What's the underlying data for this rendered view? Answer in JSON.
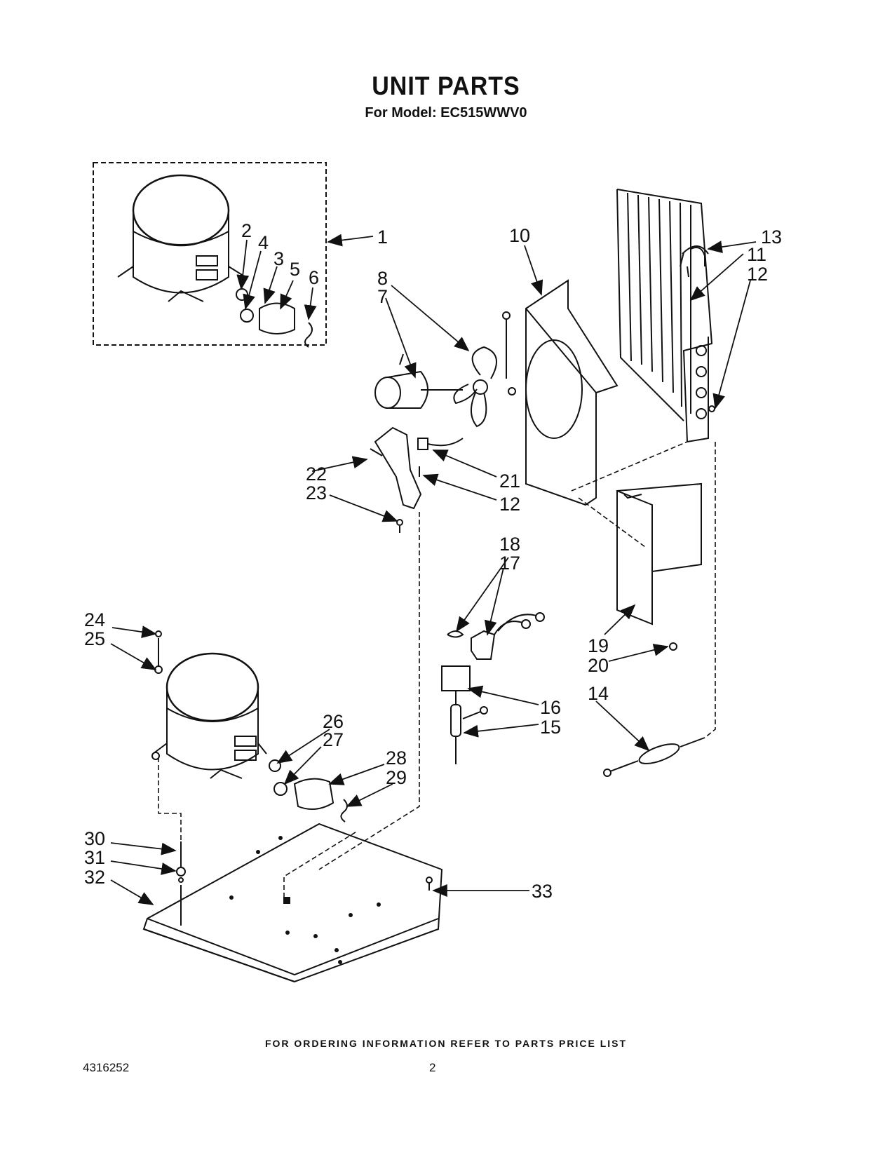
{
  "header": {
    "title": "UNIT PARTS",
    "subtitle": "For Model: EC515WWV0"
  },
  "callouts": [
    {
      "id": "c1",
      "label": "1"
    },
    {
      "id": "c2",
      "label": "2"
    },
    {
      "id": "c3",
      "label": "3"
    },
    {
      "id": "c4",
      "label": "4"
    },
    {
      "id": "c5",
      "label": "5"
    },
    {
      "id": "c6",
      "label": "6"
    },
    {
      "id": "c7",
      "label": "7"
    },
    {
      "id": "c8",
      "label": "8"
    },
    {
      "id": "c10",
      "label": "10"
    },
    {
      "id": "c11",
      "label": "11"
    },
    {
      "id": "c12a",
      "label": "12"
    },
    {
      "id": "c13",
      "label": "13"
    },
    {
      "id": "c12b",
      "label": "12"
    },
    {
      "id": "c14",
      "label": "14"
    },
    {
      "id": "c15",
      "label": "15"
    },
    {
      "id": "c16",
      "label": "16"
    },
    {
      "id": "c17",
      "label": "17"
    },
    {
      "id": "c18",
      "label": "18"
    },
    {
      "id": "c19",
      "label": "19"
    },
    {
      "id": "c20",
      "label": "20"
    },
    {
      "id": "c21",
      "label": "21"
    },
    {
      "id": "c22",
      "label": "22"
    },
    {
      "id": "c23",
      "label": "23"
    },
    {
      "id": "c24",
      "label": "24"
    },
    {
      "id": "c25",
      "label": "25"
    },
    {
      "id": "c26",
      "label": "26"
    },
    {
      "id": "c27",
      "label": "27"
    },
    {
      "id": "c28",
      "label": "28"
    },
    {
      "id": "c29",
      "label": "29"
    },
    {
      "id": "c30",
      "label": "30"
    },
    {
      "id": "c31",
      "label": "31"
    },
    {
      "id": "c32",
      "label": "32"
    },
    {
      "id": "c33",
      "label": "33"
    }
  ],
  "footer": {
    "ordering_note": "FOR ORDERING INFORMATION REFER TO PARTS PRICE LIST",
    "document_number": "4316252",
    "page_number": "2"
  },
  "colors": {
    "ink": "#111111",
    "paper": "#ffffff"
  }
}
